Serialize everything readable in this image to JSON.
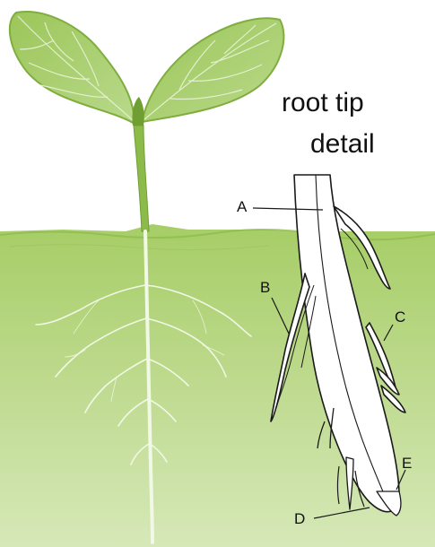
{
  "title": {
    "line1": "root tip",
    "line2": "detail"
  },
  "labels": {
    "a": "A",
    "b": "B",
    "c": "C",
    "d": "D",
    "e": "E"
  },
  "colors": {
    "soil_top": "#a9cf6a",
    "soil_bottom": "#cfe4ad",
    "plant": "#8dbb4a",
    "plant_dark": "#6f9e33",
    "outline": "#1a1a1a",
    "root_fill": "#ffffff"
  }
}
